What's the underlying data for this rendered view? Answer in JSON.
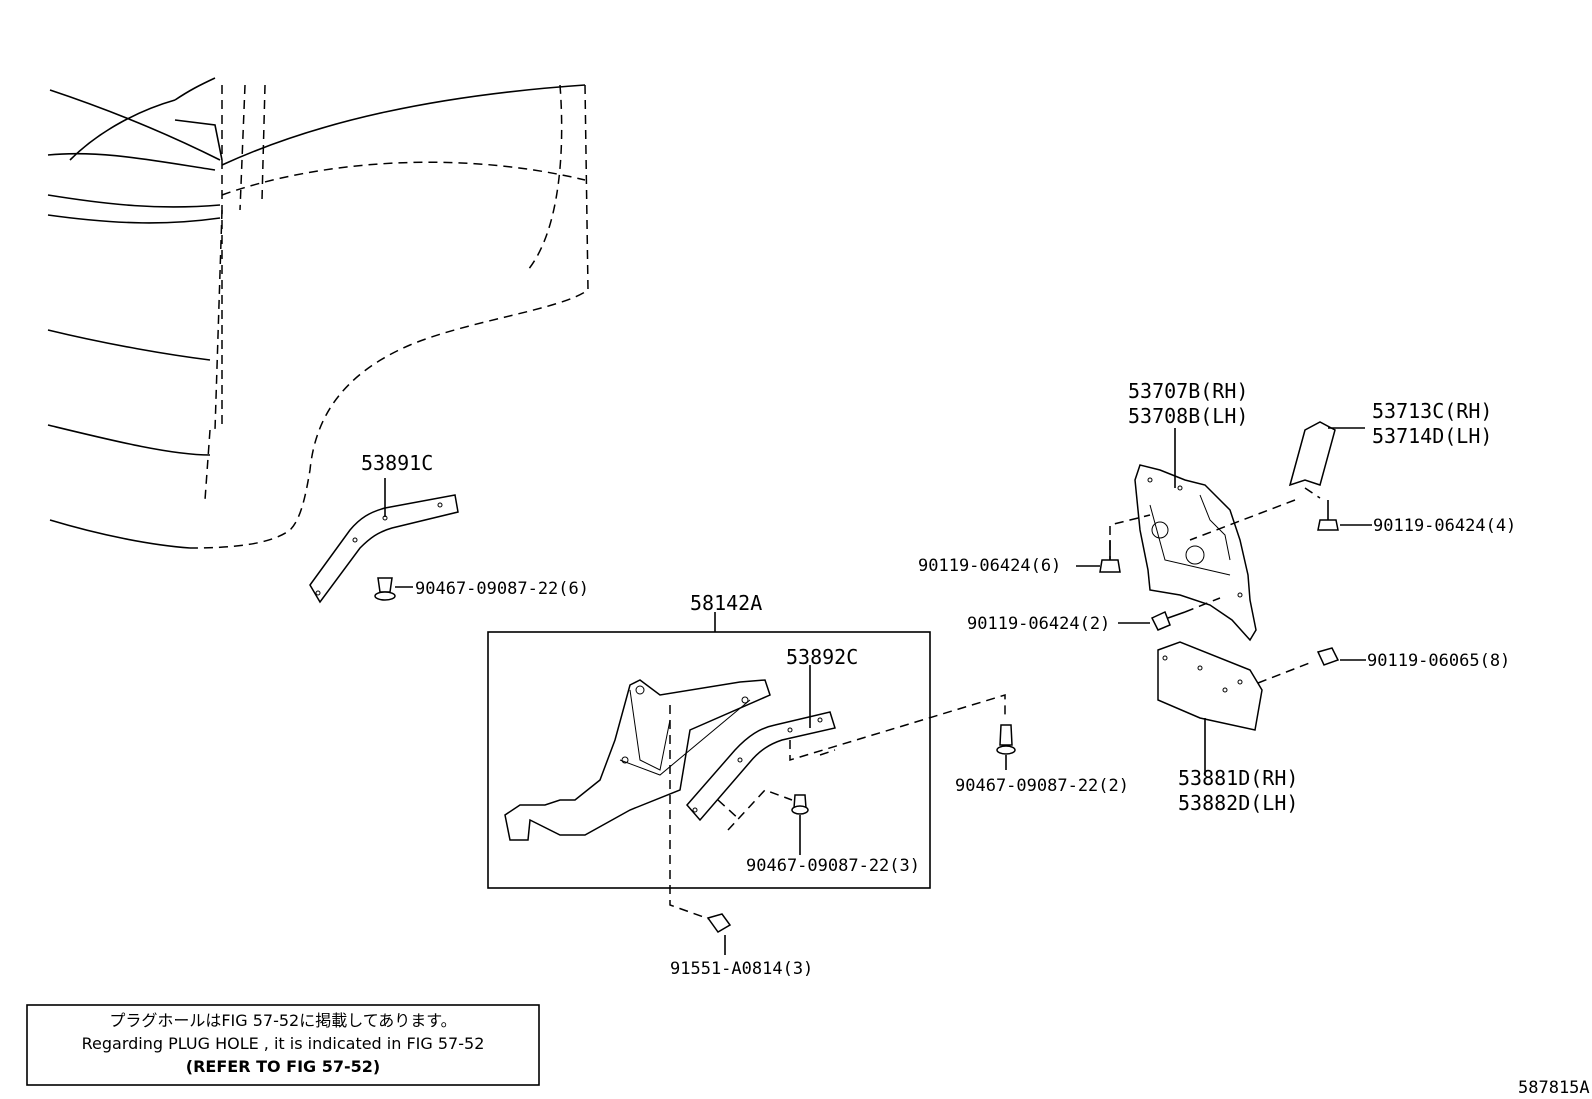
{
  "parts": {
    "p53891c": "53891C",
    "p58142a": "58142A",
    "p53892c": "53892C",
    "p53707b": "53707B(RH)",
    "p53708b": "53708B(LH)",
    "p53713c": "53713C(RH)",
    "p53714d": "53714D(LH)",
    "p53881d": "53881D(RH)",
    "p53882d": "53882D(LH)"
  },
  "fasteners": {
    "f90467_6": "90467-09087-22(6)",
    "f90467_2": "90467-09087-22(2)",
    "f90467_3": "90467-09087-22(3)",
    "f91551": "91551-A0814(3)",
    "f90119_4": "90119-06424(4)",
    "f90119_6": "90119-06424(6)",
    "f90119_2": "90119-06424(2)",
    "f90119_8": "90119-06065(8)"
  },
  "note": {
    "line1": "プラグホールはFIG 57-52に掲載してあります。",
    "line2": "Regarding PLUG HOLE , it is indicated in FIG 57-52",
    "line3": "(REFER TO FIG 57-52)"
  },
  "figure_id": "587815A"
}
